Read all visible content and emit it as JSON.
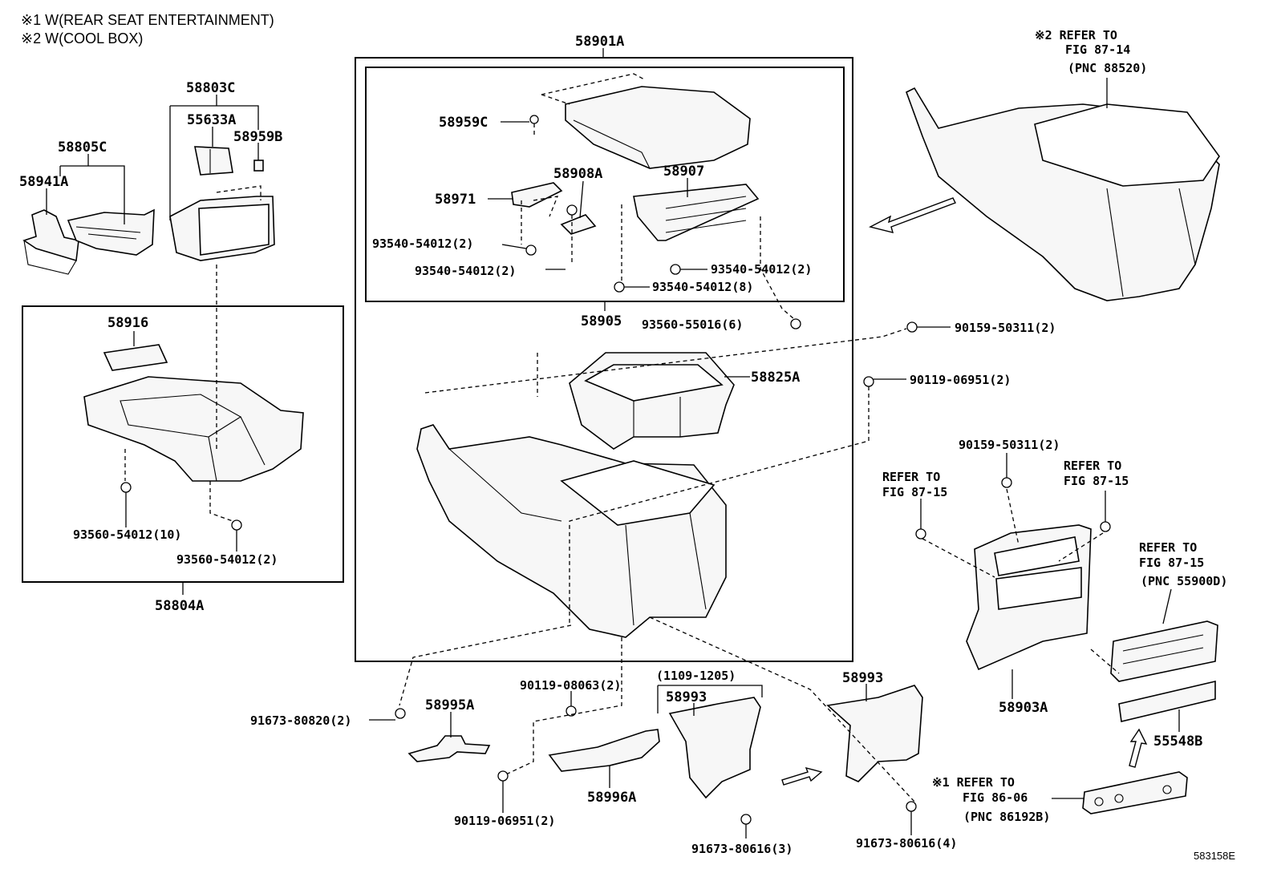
{
  "notes": {
    "note1": "※1 W(REAR SEAT ENTERTAINMENT)",
    "note2": "※2 W(COOL BOX)"
  },
  "drawing_code": "583158E",
  "labels": {
    "p58901A": "58901A",
    "p58803C": "58803C",
    "p55633A": "55633A",
    "p58959B": "58959B",
    "p58805C": "58805C",
    "p58941A": "58941A",
    "p58959C": "58959C",
    "p58971": "58971",
    "p58908A": "58908A",
    "p58907": "58907",
    "b93540_a": "93540-54012(2)",
    "b93540_b": "93540-54012(2)",
    "b93540_c": "93540-54012(2)",
    "b93540_8": "93540-54012(8)",
    "p58905": "58905",
    "b93560_55016": "93560-55016(6)",
    "p58916": "58916",
    "b93560_10": "93560-54012(10)",
    "b93560_2": "93560-54012(2)",
    "p58804A": "58804A",
    "b90159_top": "90159-50311(2)",
    "b90119_top": "90119-06951(2)",
    "p58825A": "58825A",
    "b90159_mid": "90159-50311(2)",
    "p58903A": "58903A",
    "p55548B": "55548B",
    "b91673_80820": "91673-80820(2)",
    "p58995A": "58995A",
    "b90119_08063": "90119-08063(2)",
    "date_range": "(1109-1205)",
    "p58993_a": "58993",
    "p58993_b": "58993",
    "b90119_bottom": "90119-06951(2)",
    "p58996A": "58996A",
    "b91673_80616_3": "91673-80616(3)",
    "b91673_80616_4": "91673-80616(4)"
  },
  "references": {
    "ref_top": {
      "l1": "※2 REFER TO",
      "l2": "FIG 87-14",
      "l3": "(PNC 88520)"
    },
    "ref_left": {
      "l1": "REFER TO",
      "l2": "FIG 87-15"
    },
    "ref_mid": {
      "l1": "REFER TO",
      "l2": "FIG 87-15"
    },
    "ref_right": {
      "l1": "REFER TO",
      "l2": "FIG 87-15",
      "l3": "(PNC 55900D)"
    },
    "ref_bottom": {
      "l1": "※1 REFER TO",
      "l2": "FIG 86-06",
      "l3": "(PNC 86192B)"
    }
  }
}
